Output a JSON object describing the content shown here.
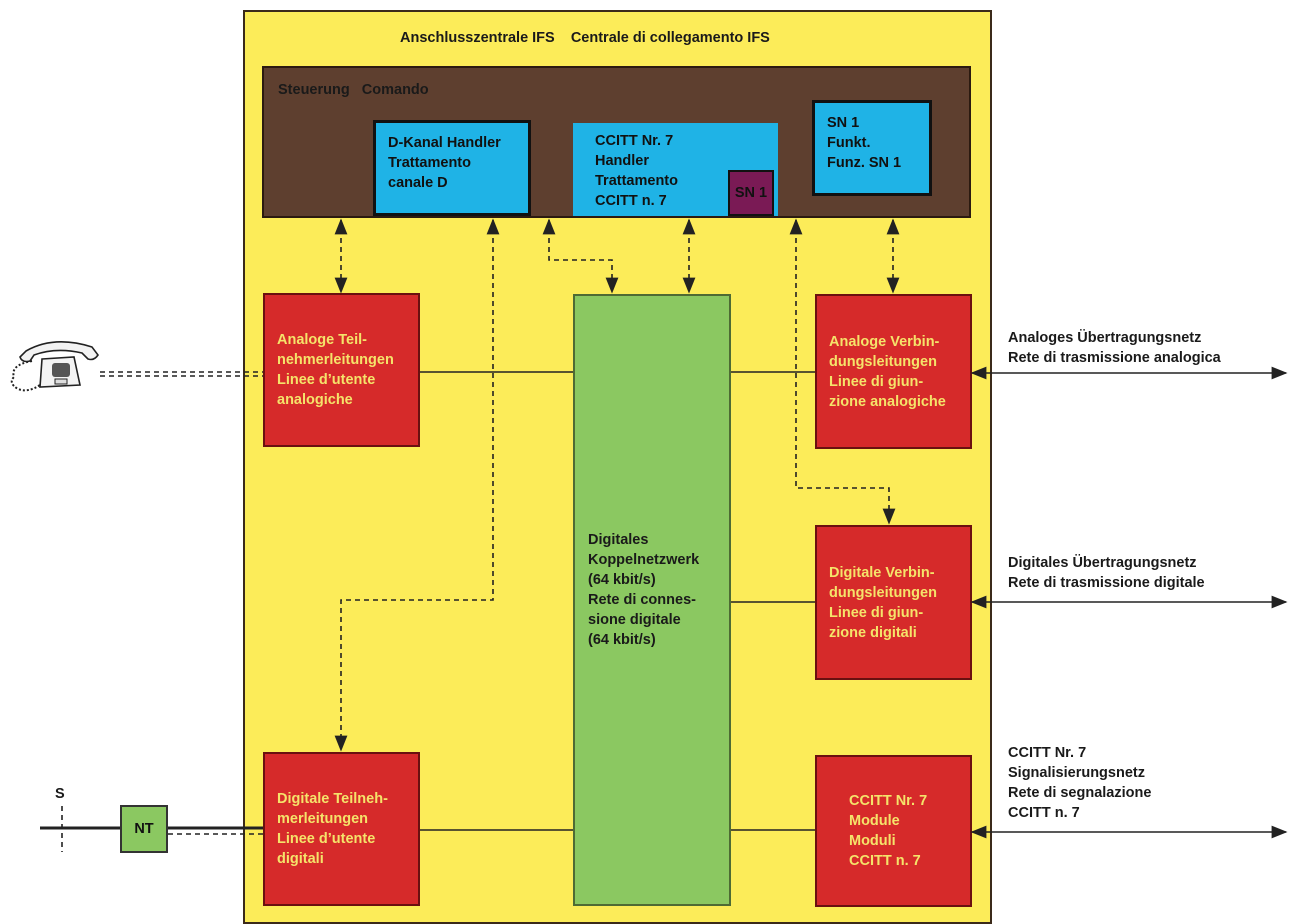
{
  "title": "Anschlusszentrale IFS    Centrale di collegamento IFS",
  "control": {
    "label": "Steuerung   Comando"
  },
  "blocks": {
    "dkanal": "D-Kanal Handler\nTrattamento\ncanale D",
    "ccitt_handler": "CCITT Nr. 7\nHandler\nTrattamento\nCCITT n. 7",
    "sn1_small": "SN 1",
    "sn1_func": "SN 1\nFunkt.\nFunz. SN 1",
    "analog_sub": "Analoge Teil-\nnehmerleitungen\nLinee d’utente\nanalogiche",
    "digital_sub": "Digitale Teilneh-\nmerleitungen\nLinee d’utente\ndigitali",
    "analog_trunk": "Analoge Verbin-\ndungsleitungen\nLinee di giun-\nzione analogiche",
    "digital_trunk": "Digitale Verbin-\ndungsleitungen\nLinee di giun-\nzione digitali",
    "ccitt_modules": "CCITT Nr. 7\nModule\nModuli\nCCITT n. 7",
    "switch_network": "Digitales\nKoppelnetzwerk\n(64 kbit/s)\nRete di connes-\nsione digitale\n(64 kbit/s)"
  },
  "external": {
    "analog_net": "Analoges Übertragungsnetz\nRete di trasmissione analogica",
    "digital_net": "Digitales Übertragungsnetz\nRete di trasmissione digitale",
    "signalling_net": "CCITT Nr. 7\nSignalisierungsnetz\nRete di segnalazione\nCCITT n. 7",
    "s_label": "S",
    "nt_label": "NT"
  },
  "colors": {
    "frame": "#fcec59",
    "control": "#5e3f2f",
    "blue": "#1fb3e6",
    "red": "#d62a2a",
    "green": "#8bc861",
    "purple": "#7a1a55"
  }
}
